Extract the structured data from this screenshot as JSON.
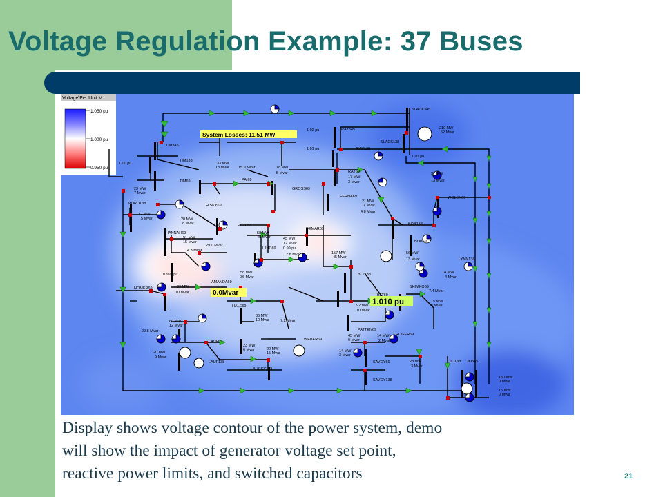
{
  "slide": {
    "title": "Voltage Regulation Example: 37 Buses",
    "caption_lines": [
      "Display shows voltage contour of the power system, demo",
      "will show the impact of generator voltage set point,",
      "reactive power limits, and switched capacitors"
    ],
    "page_number": "21"
  },
  "colors": {
    "title_text": "#1a6b6b",
    "side_band": "#99cc99",
    "title_bar": "#003c68",
    "line": "#000000",
    "breaker": "#cc0000",
    "flow_arrow": "#33aa33",
    "label_highlight": "#ffff66",
    "losses_highlight": "#ffff66"
  },
  "legend": {
    "title": "Voltage\\Per Unit M",
    "labels": [
      "1.050 pu",
      "1.000 pu",
      "0.950 pu"
    ]
  },
  "system_losses": "System Losses:  11.51 MW",
  "capacitor_mvar": "0.0Mvar",
  "voltage_readout": "1.010 pu",
  "buses": [
    "SLACK345",
    "SLACK138",
    "RAY345",
    "RAY138",
    "RAY69",
    "TIM345",
    "TIM138",
    "TIM69",
    "PAI69",
    "GROSS69",
    "FERNA69",
    "MORO138",
    "HISKY69",
    "PETE69",
    "DEMAR69",
    "HANNAH69",
    "UIUC69",
    "AMANDA69",
    "HOMER69",
    "HALE69",
    "LAUF69",
    "LAUF138",
    "WEBER69",
    "BUCKY138",
    "PATTEN69",
    "ROGER69",
    "SAVOY69",
    "SAVOY138",
    "BLT69",
    "BLT138",
    "SHIMKO69",
    "BOB138",
    "BOB69",
    "WOLEN69",
    "LYNN138",
    "JO138",
    "JO345"
  ],
  "diagram_labels": [
    "219 MW",
    "52 Mvar",
    "1.02 pu",
    "1.01 pu",
    "1.03 pu",
    "1.00 pu",
    "33 MW",
    "13 Mvar",
    "15.9 Mvar",
    "18 MW",
    "5 Mvar",
    "17 MW",
    "3 Mvar",
    "37 MW",
    "13 Mvar",
    "23 MW",
    "7 Mvar",
    "21 MW",
    "7 Mvar",
    "4.8 Mvar",
    "12 MW",
    "5 Mvar",
    "20 MW",
    "8 Mvar",
    "58 MW",
    "40 Mvar",
    "45 MW",
    "12 Mvar",
    "0.99 pu",
    "51 MW",
    "15 Mvar",
    "14.3 Mvar",
    "29.0 Mvar",
    "12.8 Mvar",
    "157 MW",
    "45 Mvar",
    "56 MW",
    "13 Mvar",
    "0.997 pu",
    "58 MW",
    "36 Mvar",
    "33 MW",
    "10 Mvar",
    "14 MW",
    "4 Mvar",
    "7.4 Mvar",
    "15 MW",
    "5 Mvar",
    "92 MW",
    "10 Mvar",
    "36 MW",
    "10 Mvar",
    "7.2 Mvar",
    "60 MW",
    "12 Mvar",
    "20.8 Mvar",
    "23 MW",
    "6 Mvar",
    "22 MW",
    "15 Mvar",
    "45 MW",
    "0 Mvar",
    "14 MW",
    "2 Mvar",
    "20 MW",
    "9 Mvar",
    "14 MW",
    "3 Mvar",
    "28 MW",
    "3 Mvar",
    "150 MW",
    "0 Mvar",
    "15 MW",
    "0 Mvar"
  ]
}
